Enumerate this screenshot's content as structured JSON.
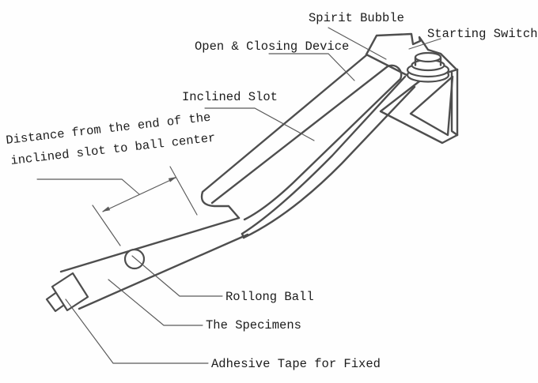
{
  "figure": {
    "type": "technical-line-diagram",
    "subject": "Inclined rolling-ball tack tester schematic",
    "labels": {
      "spirit_bubble": "Spirit Bubble",
      "starting_switch": "Starting Switch",
      "open_closing_device": "Open & Closing Device",
      "inclined_slot": "Inclined Slot",
      "distance_note_line1": "Distance from the end of the",
      "distance_note_line2": "inclined slot to ball center",
      "rolling_ball": "Rollong Ball",
      "specimens": "The Specimens",
      "adhesive_tape": "Adhesive Tape for Fixed"
    },
    "colors": {
      "background": "#fefefe",
      "line": "#4e4e4e",
      "text": "#1c1c1c"
    }
  }
}
